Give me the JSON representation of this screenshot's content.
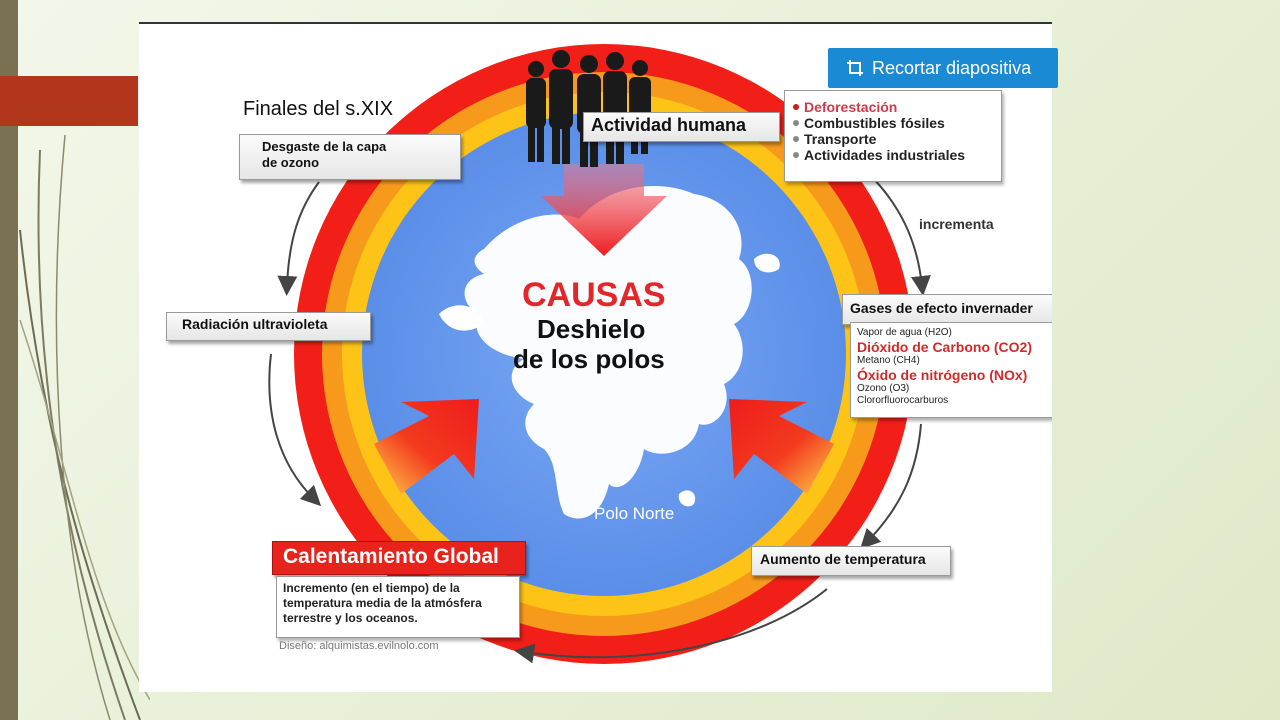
{
  "slide": {
    "accent_colors": {
      "left_bar": "#7a7152",
      "red_tab": "#b2361c",
      "button": "#1a8ad4"
    }
  },
  "diagram": {
    "era_label": "Finales del s.XIX",
    "center": {
      "title": "CAUSAS",
      "subtitle_line1": "Deshielo",
      "subtitle_line2": "de los polos",
      "map_label": "Polo Norte"
    },
    "boxes": {
      "ozone": {
        "line1": "Desgaste de la capa",
        "line2": "de ozono"
      },
      "uv": "Radiación ultravioleta",
      "human": "Actividad humana",
      "gases": "Gases de efecto invernader",
      "temp": "Aumento de temperatura"
    },
    "human_causes": [
      {
        "label": "Deforestación",
        "highlight": true
      },
      {
        "label": "Combustibles fósiles",
        "highlight": false
      },
      {
        "label": "Transporte",
        "highlight": false
      },
      {
        "label": "Actividades industriales",
        "highlight": false
      }
    ],
    "increment_label": "incrementa",
    "gases_list": [
      {
        "label": "Vapor de agua (H2O)",
        "big": false
      },
      {
        "label": "Dióxido de Carbono (CO2)",
        "big": true
      },
      {
        "label": "Metano (CH4)",
        "big": false
      },
      {
        "label": "Óxido de nitrógeno (NOx)",
        "big": true
      },
      {
        "label": "Ozono (O3)",
        "big": false
      },
      {
        "label": "Clororfluorocarburos",
        "big": false
      }
    ],
    "global_warming": {
      "title": "Calentamiento Global",
      "desc_line1": "Incremento (en el tiempo) de la",
      "desc_line2": "temperatura media de la atmósfera",
      "desc_line3": "terrestre y los oceanos."
    },
    "credit": "Diseño: alquimistas.evilnolo.com"
  },
  "toolbar": {
    "crop_label": "Recortar diapositiva",
    "crop_icon": "crop-icon"
  }
}
